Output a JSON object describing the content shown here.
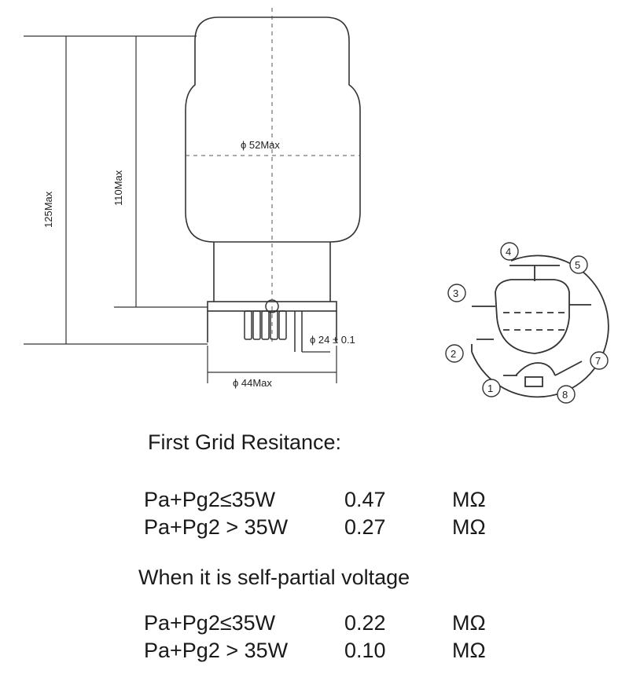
{
  "diagram": {
    "dimensions": {
      "height_overall": "125Max",
      "height_body": "110Max",
      "bulb_diameter": "ϕ 52Max",
      "pin_diameter": "ϕ 24 ± 0.1",
      "base_diameter": "ϕ 44Max"
    },
    "pins": [
      "1",
      "2",
      "3",
      "4",
      "5",
      "7",
      "8"
    ]
  },
  "resistance": {
    "heading": "First Grid Resitance:",
    "rows": [
      {
        "condition": "Pa+Pg2≤35W",
        "value": "0.47",
        "unit": "MΩ"
      },
      {
        "condition": "Pa+Pg2 > 35W",
        "value": "0.27",
        "unit": "MΩ"
      }
    ],
    "subheading": "When it is self-partial voltage",
    "rows2": [
      {
        "condition": "Pa+Pg2≤35W",
        "value": "0.22",
        "unit": "MΩ"
      },
      {
        "condition": "Pa+Pg2 > 35W",
        "value": "0.10",
        "unit": "MΩ"
      }
    ]
  }
}
